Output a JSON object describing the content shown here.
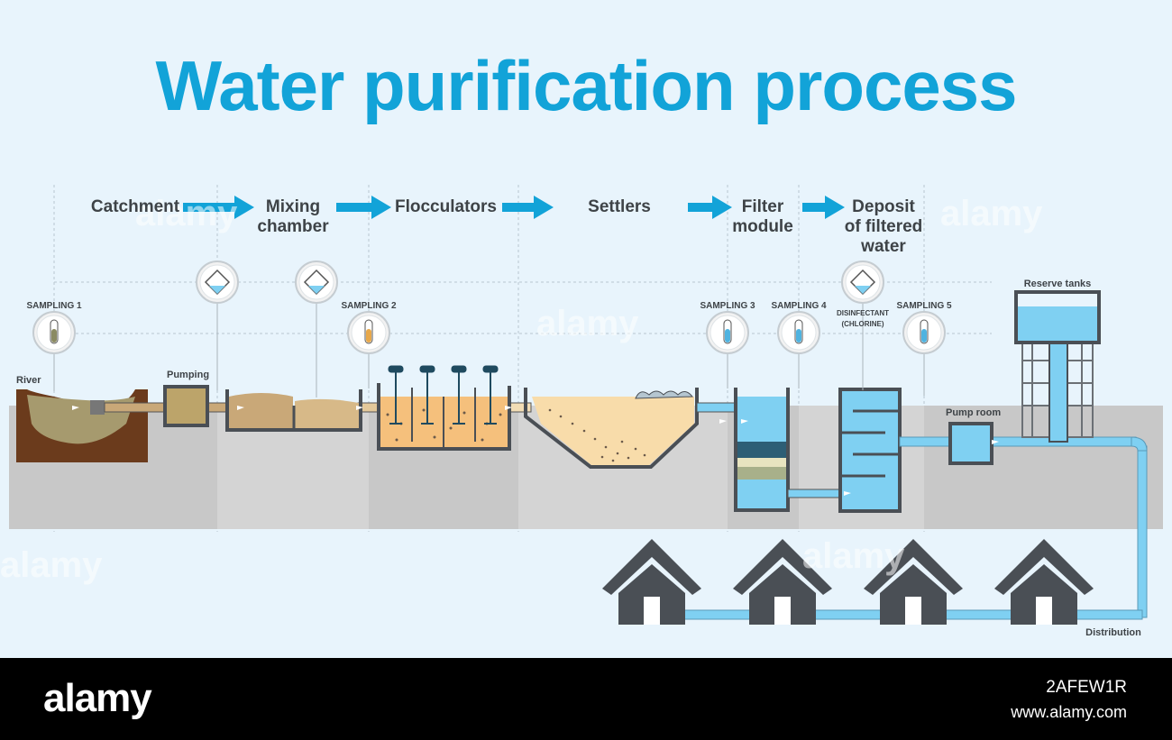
{
  "title": "Water purification process",
  "steps": {
    "catchment": "Catchment",
    "mixing_1": "Mixing",
    "mixing_2": "chamber",
    "flocculators": "Flocculators",
    "settlers": "Settlers",
    "filter_1": "Filter",
    "filter_2": "module",
    "deposit_1": "Deposit",
    "deposit_2": "of filtered",
    "deposit_3": "water"
  },
  "labels": {
    "sampling_1": "SAMPLING 1",
    "sampling_2": "SAMPLING 2",
    "sampling_3": "SAMPLING 3",
    "sampling_4": "SAMPLING 4",
    "sampling_5": "SAMPLING 5",
    "disinfectant_1": "DISINFECTANT",
    "disinfectant_2": "(CHLORINE)",
    "river": "River",
    "pumping": "Pumping",
    "pump_room": "Pump room",
    "reserve_tanks": "Reserve tanks",
    "distribution": "Distribution"
  },
  "watermark": "alamy",
  "footer": {
    "brand": "alamy",
    "image_id": "2AFEW1R",
    "site": "www.alamy.com"
  },
  "colors": {
    "title": "#12a3d8",
    "arrow": "#12a3d8",
    "pipe": "#7fd0f2",
    "water_clean": "#7fd0f2",
    "water_raw": "#c9a878",
    "ground": "#c8c8c8",
    "earth": "#6b3b1c",
    "structure": "#4a4f55"
  },
  "icons": [
    "test-tube-icon",
    "chemical-dose-icon",
    "house-icon",
    "agitator-icon",
    "flow-arrow-icon"
  ]
}
